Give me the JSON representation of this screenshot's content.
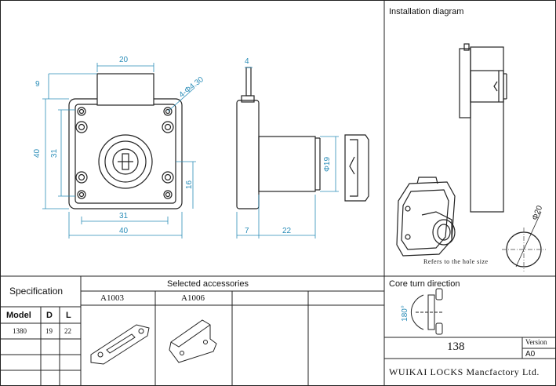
{
  "installation": {
    "title": "Installation diagram",
    "note": "Refers to the hole size",
    "hole_dim": "Φ20"
  },
  "dimensions": {
    "top_width": "20",
    "left_top": "9",
    "holes": "4-Φ4.30",
    "height_outer": "40",
    "height_inner": "31",
    "right_16": "16",
    "bottom_inner": "31",
    "bottom_outer": "40",
    "side_top": "4",
    "side_dia": "Φ19",
    "side_7": "7",
    "side_22": "22"
  },
  "specification": {
    "title": "Specification",
    "headers": [
      "Model",
      "D",
      "L"
    ],
    "row": [
      "1380",
      "19",
      "22"
    ]
  },
  "accessories": {
    "title": "Selected accessories",
    "items": [
      "A1003",
      "A1006"
    ]
  },
  "core_turn": {
    "title": "Core turn direction",
    "angle": "180°"
  },
  "title_block": {
    "number": "138",
    "version_label": "Version",
    "version": "A0",
    "company": "WUIKAI LOCKS Mancfactory Ltd."
  },
  "colors": {
    "dimension": "#2a8db8",
    "line": "#222222"
  }
}
